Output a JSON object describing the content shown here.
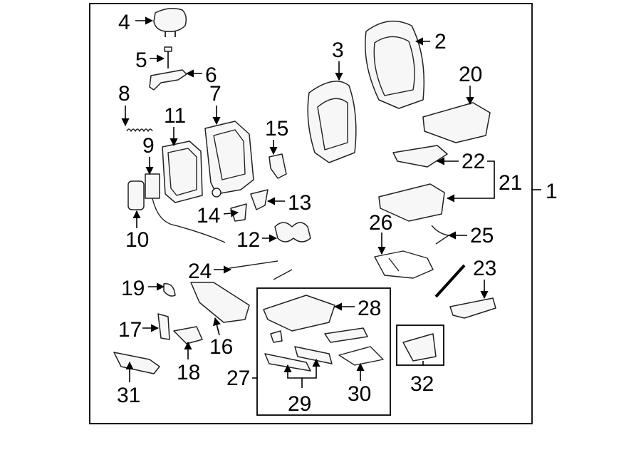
{
  "diagram": {
    "labels": {
      "l1": "1",
      "l2": "2",
      "l3": "3",
      "l4": "4",
      "l5": "5",
      "l6": "6",
      "l7": "7",
      "l8": "8",
      "l9": "9",
      "l10": "10",
      "l11": "11",
      "l12": "12",
      "l13": "13",
      "l14": "14",
      "l15": "15",
      "l16": "16",
      "l17": "17",
      "l18": "18",
      "l19": "19",
      "l20": "20",
      "l21": "21",
      "l22": "22",
      "l23": "23",
      "l24": "24",
      "l25": "25",
      "l26": "26",
      "l27": "27",
      "l28": "28",
      "l29": "29",
      "l30": "30",
      "l31": "31",
      "l32": "32"
    }
  }
}
